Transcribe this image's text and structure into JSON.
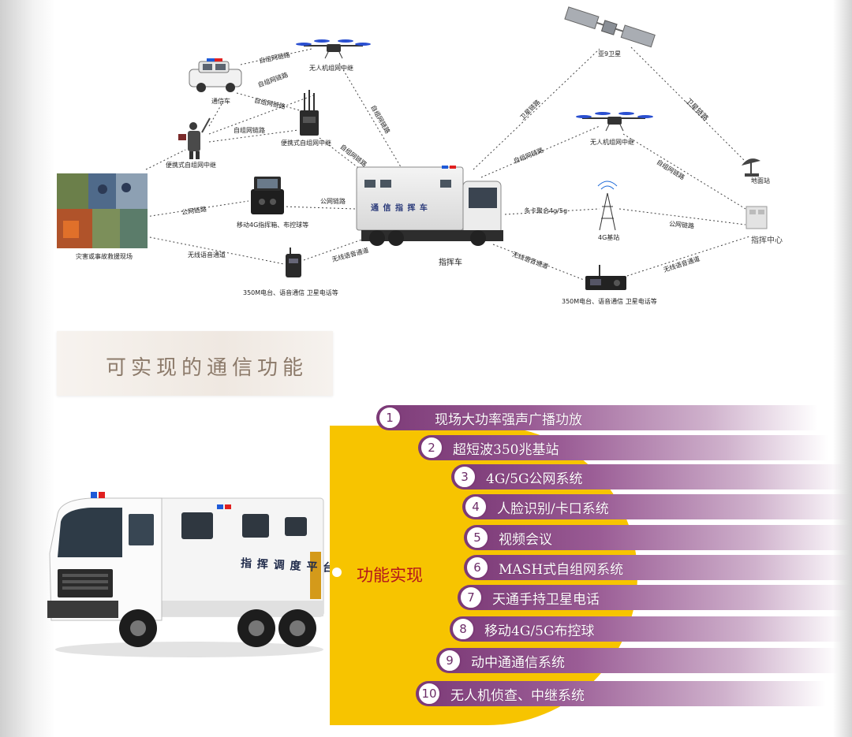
{
  "diagram": {
    "nodes": {
      "tongxin_che": "通信车",
      "uav_top": "无人机组网中继",
      "satellite": "亚9卫星",
      "portable_person": "便携式自组网中继",
      "portable_box": "便携式自组网中继",
      "disaster_site": "灾害或事故救援现场",
      "mobile_4g": "移动4G指挥箱、布控球等",
      "command_vehicle": "指挥车",
      "vehicle_side_text": "通 信 指 挥 车",
      "uav_right": "无人机组网中继",
      "base_station": "4G基站",
      "ground_station": "地面站",
      "command_center": "指挥中心",
      "radio_left": "350M电台、语音通信 卫星电话等",
      "radio_right": "350M电台、语音通信 卫星电话等"
    },
    "links": {
      "self_net_1": "自组网链路",
      "self_net_2": "自组网链路",
      "self_net_3": "自组网链路",
      "self_net_4": "自组网链路",
      "self_net_5": "自组网链路",
      "self_net_6": "自组网链路",
      "self_net_7": "自组网链路",
      "self_net_8": "自组网链路",
      "sat_link_1": "卫星链路",
      "sat_link_2": "卫星链路",
      "public_1": "公网链路",
      "public_2": "公网链路",
      "public_3": "公网链路",
      "multicard": "多卡聚合4g/5g",
      "wireless_1": "无线语音通道",
      "wireless_2": "无线语音通道",
      "wireless_3": "无线语音通道",
      "wireless_4": "无线语音通道"
    }
  },
  "section": {
    "title": "可实现的通信功能"
  },
  "vehicle_photo": {
    "side_text": "指 挥 调 度 平 台"
  },
  "features": {
    "center_label": "功能实现",
    "items": [
      {
        "num": "1",
        "text": "现场大功率强声广播功放"
      },
      {
        "num": "2",
        "text": "超短波350兆基站"
      },
      {
        "num": "3",
        "text": "4G/5G公网系统"
      },
      {
        "num": "4",
        "text": "人脸识别/卡口系统"
      },
      {
        "num": "5",
        "text": "视频会议"
      },
      {
        "num": "6",
        "text": "MASH式自组网系统"
      },
      {
        "num": "7",
        "text": "天通手持卫星电话"
      },
      {
        "num": "8",
        "text": "移动4G/5G布控球"
      },
      {
        "num": "9",
        "text": "动中通通信系统"
      },
      {
        "num": "10",
        "text": "无人机侦查、中继系统"
      }
    ]
  },
  "colors": {
    "accent_yellow": "#f7c400",
    "feature_purple": "#7c3a77",
    "feature_label_red": "#b3161c",
    "banner_text": "#8c7a6a"
  }
}
